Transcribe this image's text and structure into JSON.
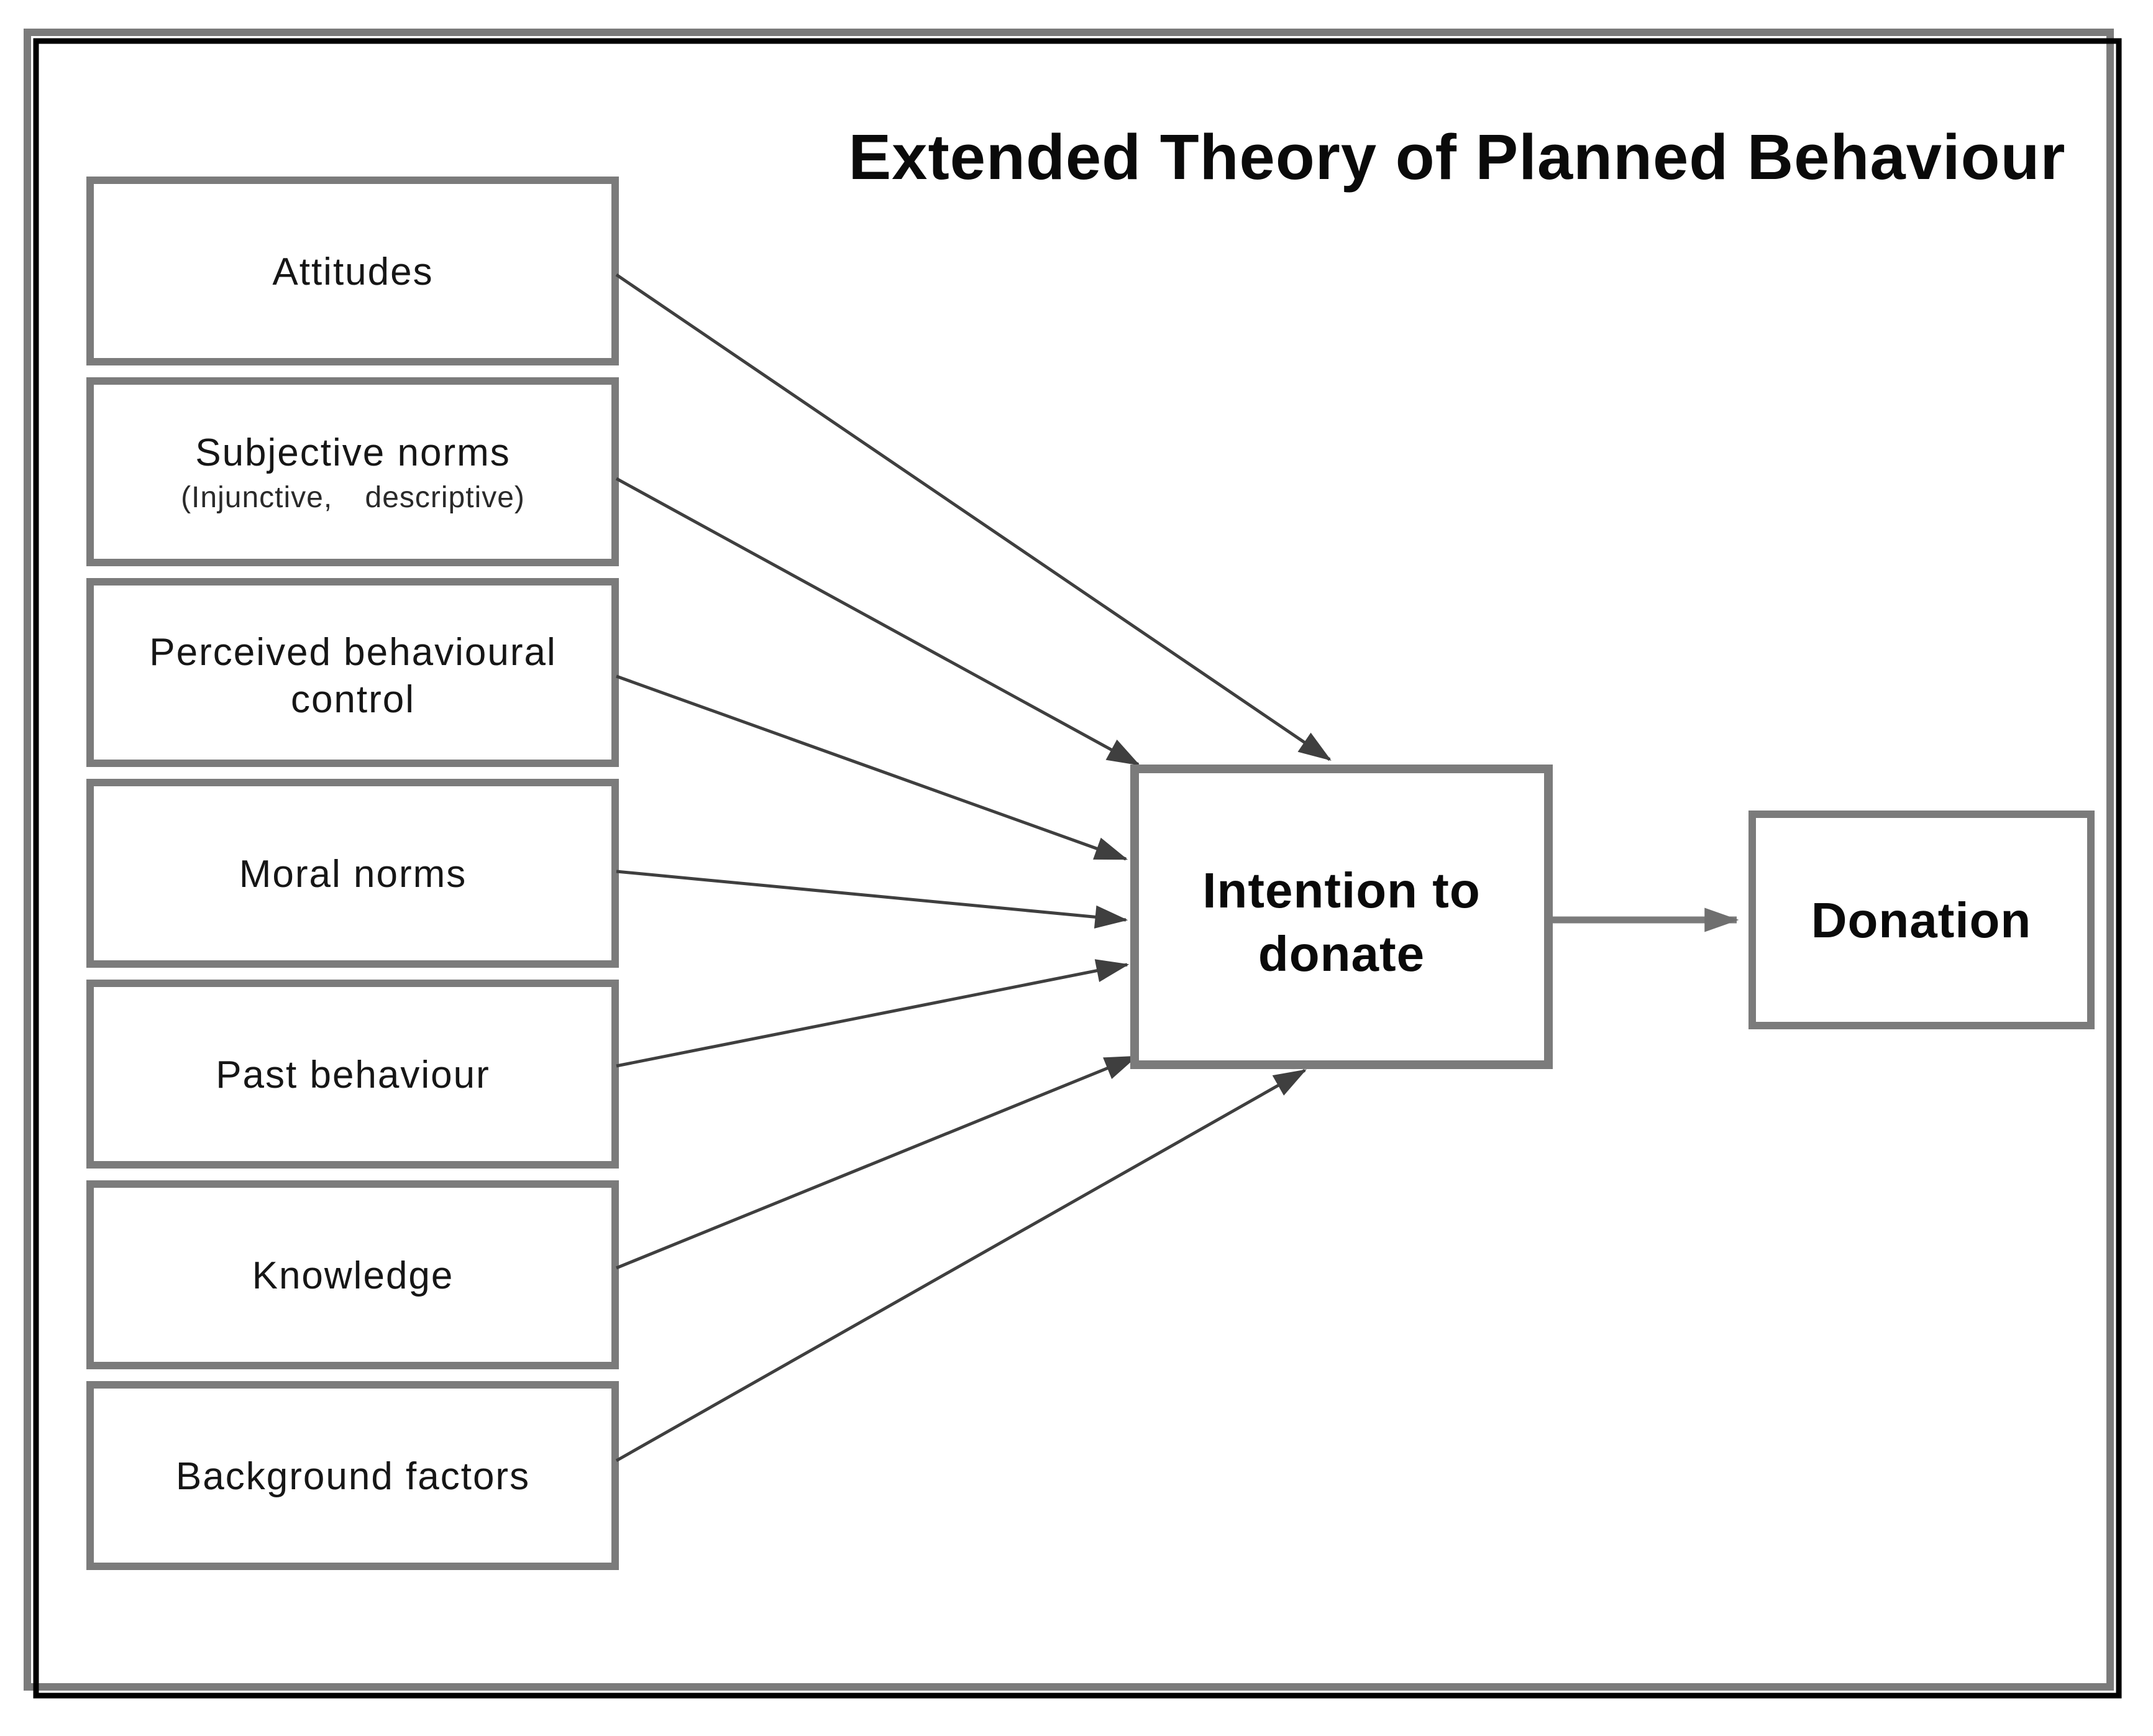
{
  "title": "Extended Theory of Planned Behaviour",
  "diagram": {
    "factors": [
      {
        "id": "attitudes",
        "lines": [
          "Attitudes"
        ]
      },
      {
        "id": "subjective-norms",
        "lines": [
          "Subjective norms",
          "(Injunctive, descriptive)"
        ]
      },
      {
        "id": "perceived-behavioural-control",
        "lines": [
          "Perceived behavioural",
          "control"
        ]
      },
      {
        "id": "moral-norms",
        "lines": [
          "Moral norms"
        ]
      },
      {
        "id": "past-behaviour",
        "lines": [
          "Past behaviour"
        ]
      },
      {
        "id": "knowledge",
        "lines": [
          "Knowledge"
        ]
      },
      {
        "id": "background-factors",
        "lines": [
          "Background factors"
        ]
      }
    ],
    "intention": {
      "lines": [
        "Intention to",
        "donate"
      ]
    },
    "outcome": {
      "label": "Donation"
    },
    "colors": {
      "box_border": "#7b7b7b",
      "frame_outer": "#000000",
      "arrow": "#3f3f3f",
      "text": "#0a0a0a"
    }
  }
}
